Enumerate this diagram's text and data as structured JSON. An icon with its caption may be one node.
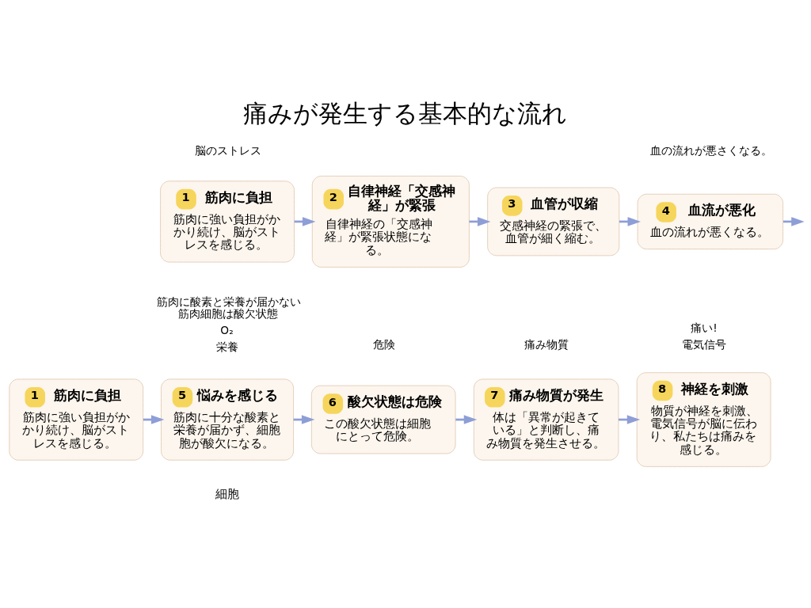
{
  "diagram": {
    "title": "痛みが発生する基本的な流れ",
    "nodes": [
      {
        "text": [
          "1",
          "筋肉に負担",
          "筋肉に強い負担がかかり続け、脳がストレスを感じる。"
        ],
        "beside": [
          "脳のストレス"
        ]
      },
      {
        "text": [
          "2",
          "自律神経「交感神経」が緊張",
          "自律神経の「交感神経」が緊張状態になる。"
        ]
      },
      {
        "text": [
          "3",
          "血管が収縮",
          "交感神経の緊張で、血管が細く縮む。"
        ]
      },
      {
        "text": [
          "4",
          "血流が悪化",
          "血の流れが悪くなる。"
        ],
        "beside": [
          "血の流れが悪さくなる。"
        ]
      },
      {
        "text": [
          "1",
          "筋肉に負担",
          "筋肉に強い負担がかかり続け、脳がストレスを感じる。"
        ]
      },
      {
        "text": [
          "5",
          "悩みを感じる",
          "筋肉に十分な酸素と栄養が届かず、細胞胞が酸欠になる。"
        ],
        "beside": [
          "筋肉に酸素と栄養が届かない筋肉細胞は酸欠状態",
          "O₂",
          "栄養"
        ]
      },
      {
        "text": [
          "6",
          "酸欠状態は危険",
          "この酸欠状態は細胞にとって危険。"
        ],
        "beside": [
          "危険"
        ]
      },
      {
        "text": [
          "7",
          "痛み物質が発生",
          "体は「異常が起きている」と判断し、痛み物質を発生させる。"
        ],
        "beside": [
          "痛み物質"
        ]
      },
      {
        "text": [
          "8",
          "神経を刺激",
          "物質が神経を刺激、電気信号が脳に伝わり、私たちは痛みを感じる。"
        ],
        "beside": [
          "痛い!",
          "電気信号"
        ]
      }
    ],
    "edges": [
      {
        "from": 0,
        "to": 1,
        "arrow": "to"
      },
      {
        "from": 1,
        "to": 2,
        "arrow": "to"
      },
      {
        "from": 2,
        "to": 3,
        "arrow": "to"
      },
      {
        "from": 3,
        "to": null,
        "arrow": "to"
      },
      {
        "from": 4,
        "to": 5,
        "arrow": "to"
      },
      {
        "from": 5,
        "to": 6,
        "arrow": "to"
      },
      {
        "from": 6,
        "to": 7,
        "arrow": "to"
      },
      {
        "from": 7,
        "to": 8,
        "arrow": "to"
      }
    ],
    "labels": [
      "細胞"
    ]
  }
}
